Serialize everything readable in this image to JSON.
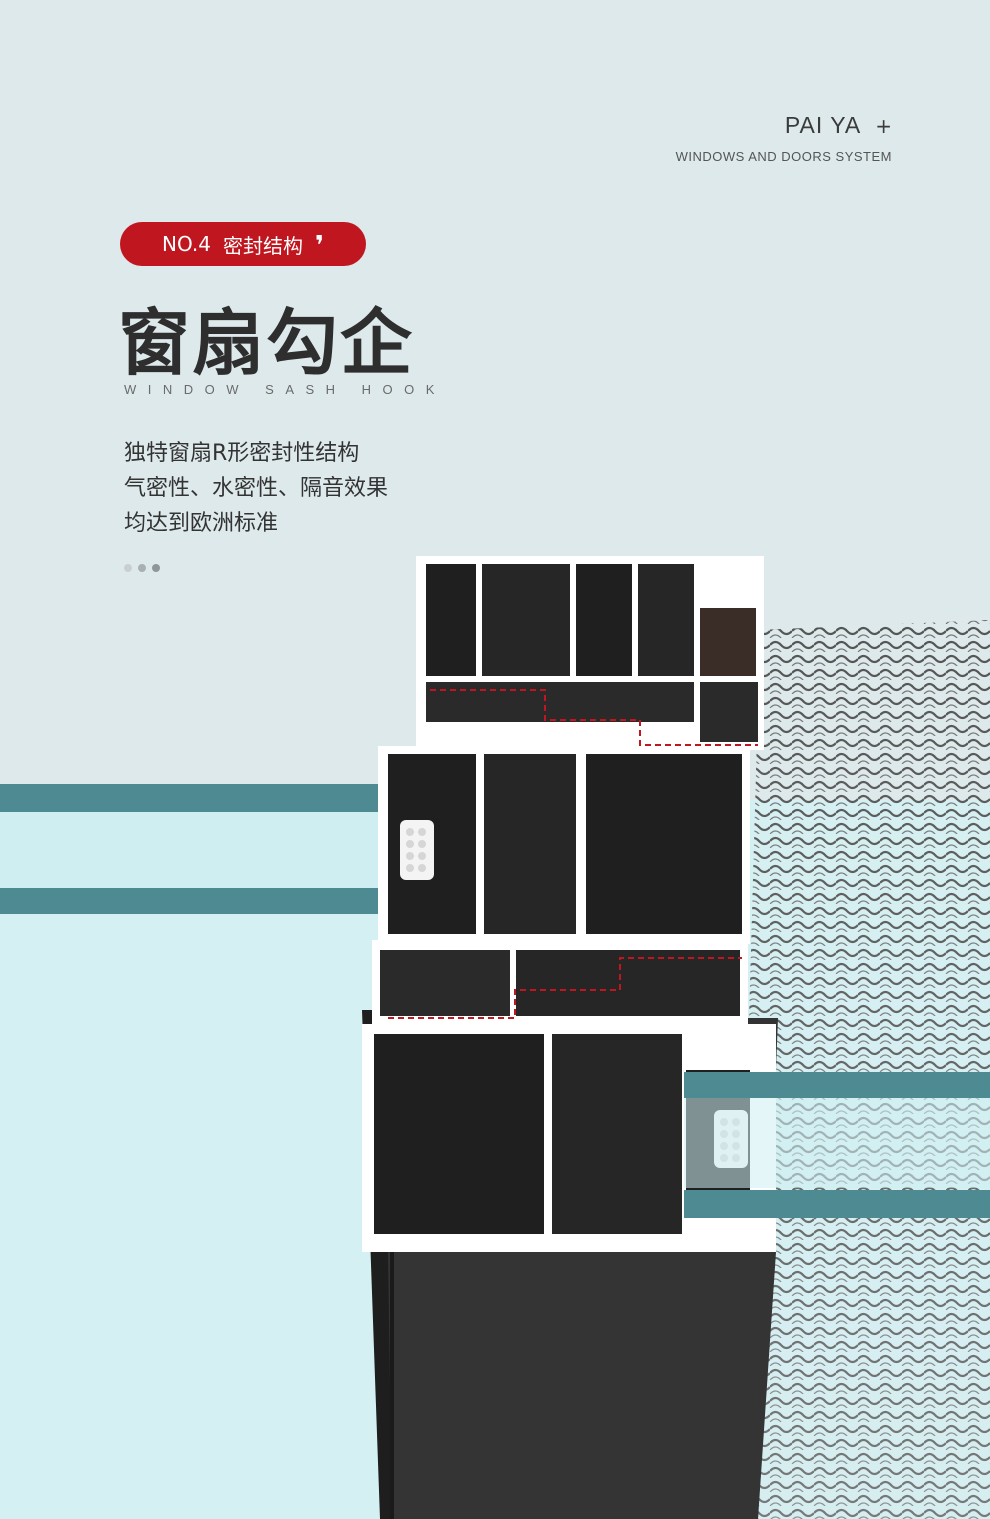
{
  "brand": {
    "name": "PAI YA",
    "plus": "+",
    "subtitle": "WINDOWS AND DOORS SYSTEM"
  },
  "badge": {
    "number": "NO.4",
    "label": "密封结构",
    "quote": "❜"
  },
  "title": "窗扇勾企",
  "subtitle": "WINDOW SASH HOOK",
  "description": [
    "独特窗扇R形密封性结构",
    "气密性、水密性、隔音效果",
    "均达到欧洲标准"
  ],
  "colors": {
    "accent": "#c0161f",
    "background_top": "#dde9eb",
    "background_bottom": "#d5f0f3",
    "glass": "#4e8a91",
    "profile": "#2a2a2a",
    "seal_line": "#c0161f"
  },
  "pagination": {
    "count": 3,
    "active": 3
  }
}
